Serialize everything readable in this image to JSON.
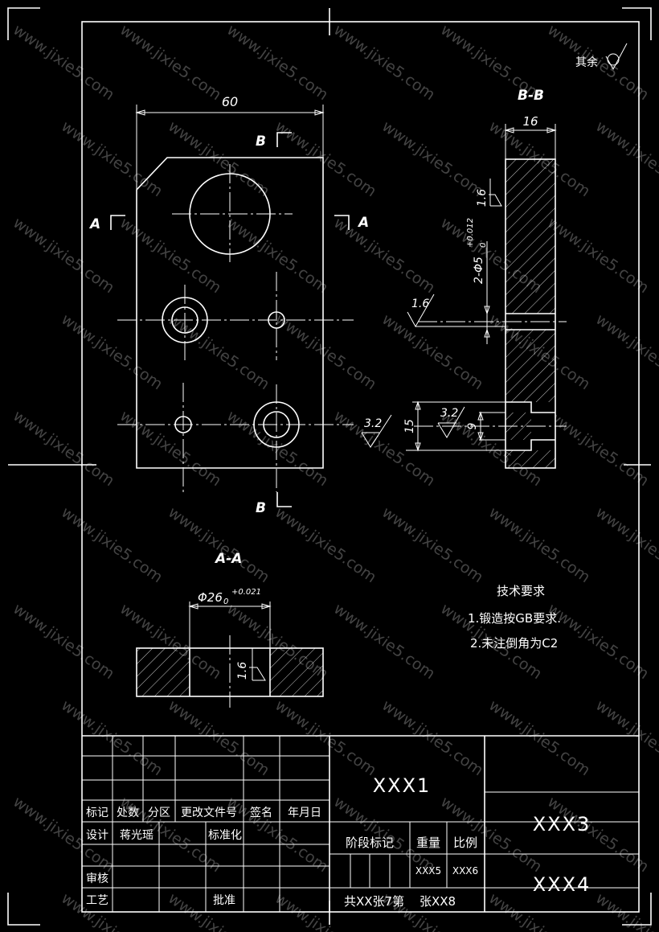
{
  "watermark": "www.jixie5.com",
  "roughness_note": {
    "label": "其余"
  },
  "front_view": {
    "width_dim": "60",
    "section_b": "B",
    "section_a": "A"
  },
  "view_bb": {
    "title": "B-B",
    "dim_width": "16",
    "roughness_top": "1.6",
    "hole_spec": "2-Φ5",
    "hole_tol": "+0.012",
    "hole_tol_lower": "0",
    "roughness_mid": "1.6",
    "roughness_left": "3.2",
    "roughness_right": "3.2",
    "dim_15": "15",
    "dim_9": "9"
  },
  "view_aa": {
    "title": "A-A",
    "dia": "Φ26",
    "dia_tol_upper": "+0.021",
    "dia_tol_lower": "0",
    "roughness": "1.6"
  },
  "tech_req": {
    "title": "技术要求",
    "line1": "1.锻造按GB要求.",
    "line2": "2.未注倒角为C2"
  },
  "title_block": {
    "h_mark": "标记",
    "h_count": "处数",
    "h_zone": "分区",
    "h_docno": "更改文件号",
    "h_sign": "签名",
    "h_date": "年月日",
    "design_label": "设计",
    "designer": "蒋光瑶",
    "standardize_label": "标准化",
    "review_label": "审核",
    "process_label": "工艺",
    "approve_label": "批准",
    "part_name": "XXX1",
    "drawing_no": "XXX3",
    "material": "XXX4",
    "stage_label": "阶段标记",
    "weight_label": "重量",
    "scale_label": "比例",
    "weight": "XXX5",
    "scale": "XXX6",
    "sheet_text": "共XX张7第",
    "sheet_of": "张XX8"
  }
}
